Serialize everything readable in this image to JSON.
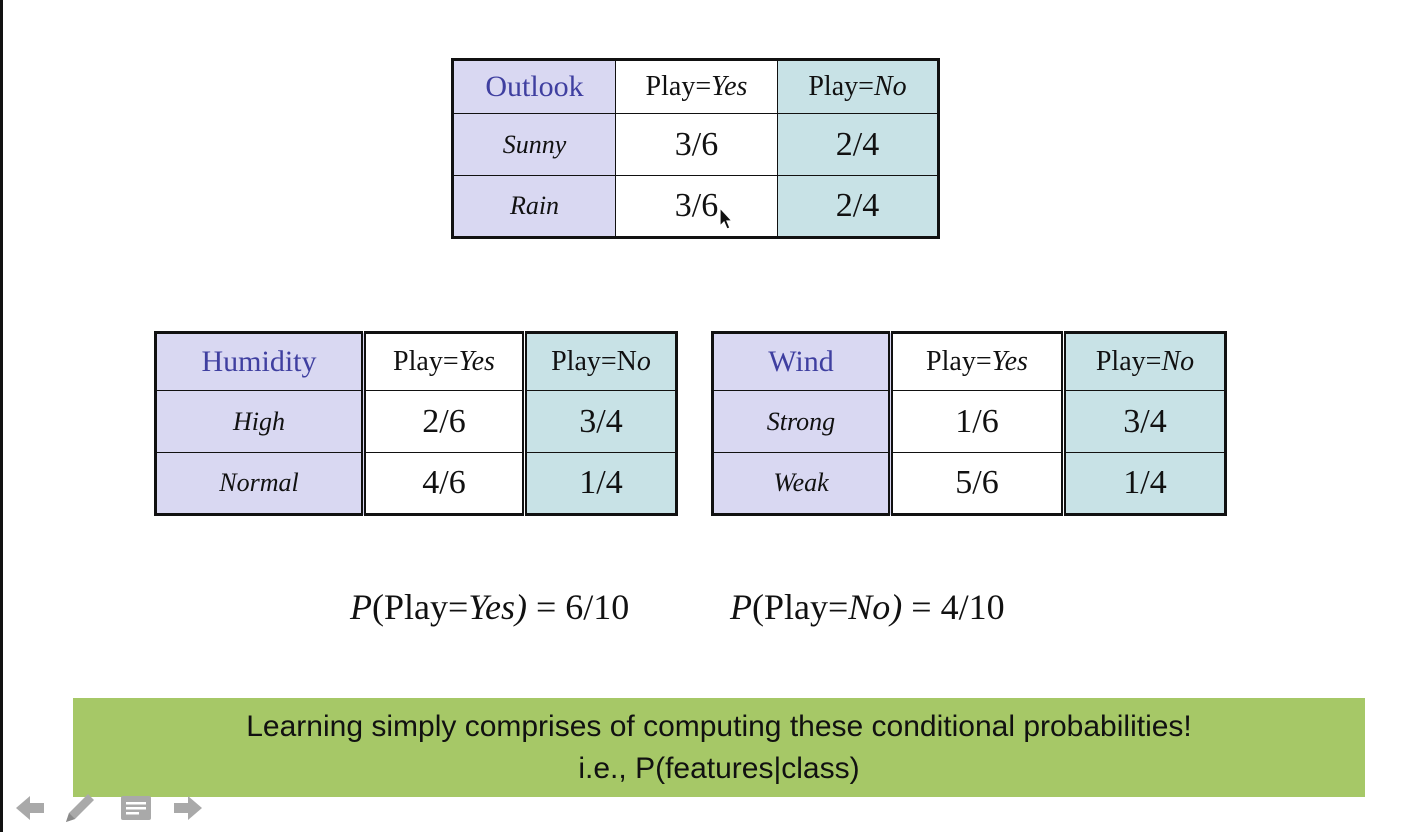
{
  "outlook_table": {
    "header": {
      "label": "Outlook",
      "yes_prefix": "Play=",
      "yes_value": "Yes",
      "no_prefix": "Play=",
      "no_value": "No"
    },
    "rows": [
      {
        "label": "Sunny",
        "yes": "3/6",
        "no": "2/4"
      },
      {
        "label": "Rain",
        "yes": "3/6",
        "no": "2/4"
      }
    ]
  },
  "humidity_table": {
    "header": {
      "label": "Humidity",
      "yes_prefix": "Play=",
      "yes_value": "Yes",
      "no_prefix": "Play=N",
      "no_value": "o"
    },
    "rows": [
      {
        "label": "High",
        "yes": "2/6",
        "no": "3/4"
      },
      {
        "label": "Normal",
        "yes": "4/6",
        "no": "1/4"
      }
    ]
  },
  "wind_table": {
    "header": {
      "label": "Wind",
      "yes_prefix": "Play=",
      "yes_value": "Yes",
      "no_prefix": "Play=",
      "no_value": "No"
    },
    "rows": [
      {
        "label": "Strong",
        "yes": "1/6",
        "no": "3/4"
      },
      {
        "label": "Weak",
        "yes": "5/6",
        "no": "1/4"
      }
    ]
  },
  "priors": {
    "yes": {
      "p": "P",
      "open": "(Play=",
      "value": "Yes)",
      "rest": " = 6/10"
    },
    "no": {
      "p": "P",
      "open": "(Play=",
      "value": "No)",
      "rest": " = 4/10"
    }
  },
  "banner": {
    "line1": "Learning simply comprises of computing these conditional probabilities!",
    "line2": "i.e., P(features|class)"
  },
  "controls": {
    "icons": [
      "arrow-left-icon",
      "pencil-icon",
      "notes-icon",
      "arrow-right-icon"
    ]
  },
  "colors": {
    "label_bg": "#d9d8f2",
    "no_bg": "#c8e2e6",
    "header_text": "#3f3fa0",
    "banner_bg": "#a6c867"
  }
}
